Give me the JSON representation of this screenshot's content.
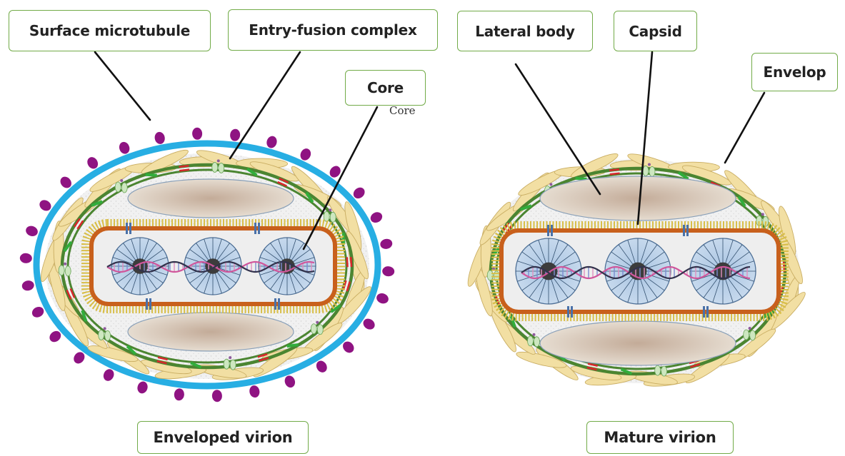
{
  "labels": {
    "surface_microtubule": "Surface microtubule",
    "entry_fusion_complex": "Entry-fusion complex",
    "core": "Core",
    "core_underlay": "Core",
    "lateral_body": "Lateral body",
    "capsid": "Capsid",
    "envelop": "Envelop"
  },
  "captions": {
    "enveloped_virion": "Enveloped virion",
    "mature_virion": "Mature virion"
  },
  "colors": {
    "outer_envelope": "#27aee3",
    "surface_knob": "#8f1382",
    "membrane_green": "#4b8531",
    "tubule_yellow": "#f2dfa3",
    "tubule_stroke": "#c9ad62",
    "core_wall": "#c8601c",
    "lateral_body_fill": "#d6c8b6",
    "capsomer_fill": "#b9cfe6",
    "protein_red": "#d6282b",
    "protein_green": "#31ad3b",
    "protein_blue": "#4a71a8",
    "label_border": "#72ab48",
    "dna_pink": "#d0569b",
    "dna_dark": "#32324c"
  }
}
